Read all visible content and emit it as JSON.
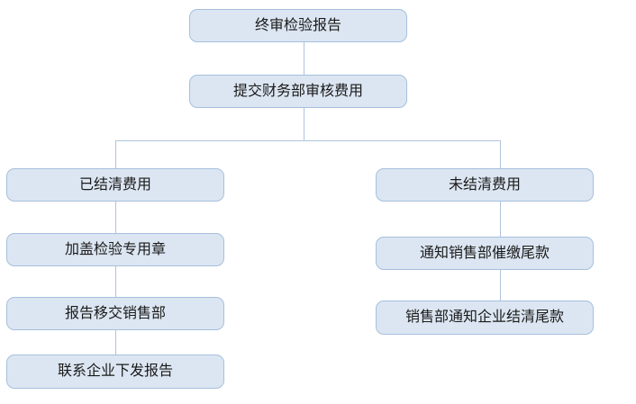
{
  "flowchart": {
    "nodes": {
      "final_report": "终审检验报告",
      "submit_finance": "提交财务部审核费用",
      "settled": "已结清费用",
      "stamp_seal": "加盖检验专用章",
      "transfer_sales": "报告移交销售部",
      "contact_issue": "联系企业下发报告",
      "unsettled": "未结清费用",
      "notify_collect": "通知销售部催缴尾款",
      "sales_notify_settle": "销售部通知企业结清尾款"
    }
  },
  "colors": {
    "node_fill": "#dce6f2",
    "node_border": "#a6bfdd",
    "connector": "#b0c4dc",
    "text": "#1a1a1a",
    "background": "#ffffff"
  }
}
